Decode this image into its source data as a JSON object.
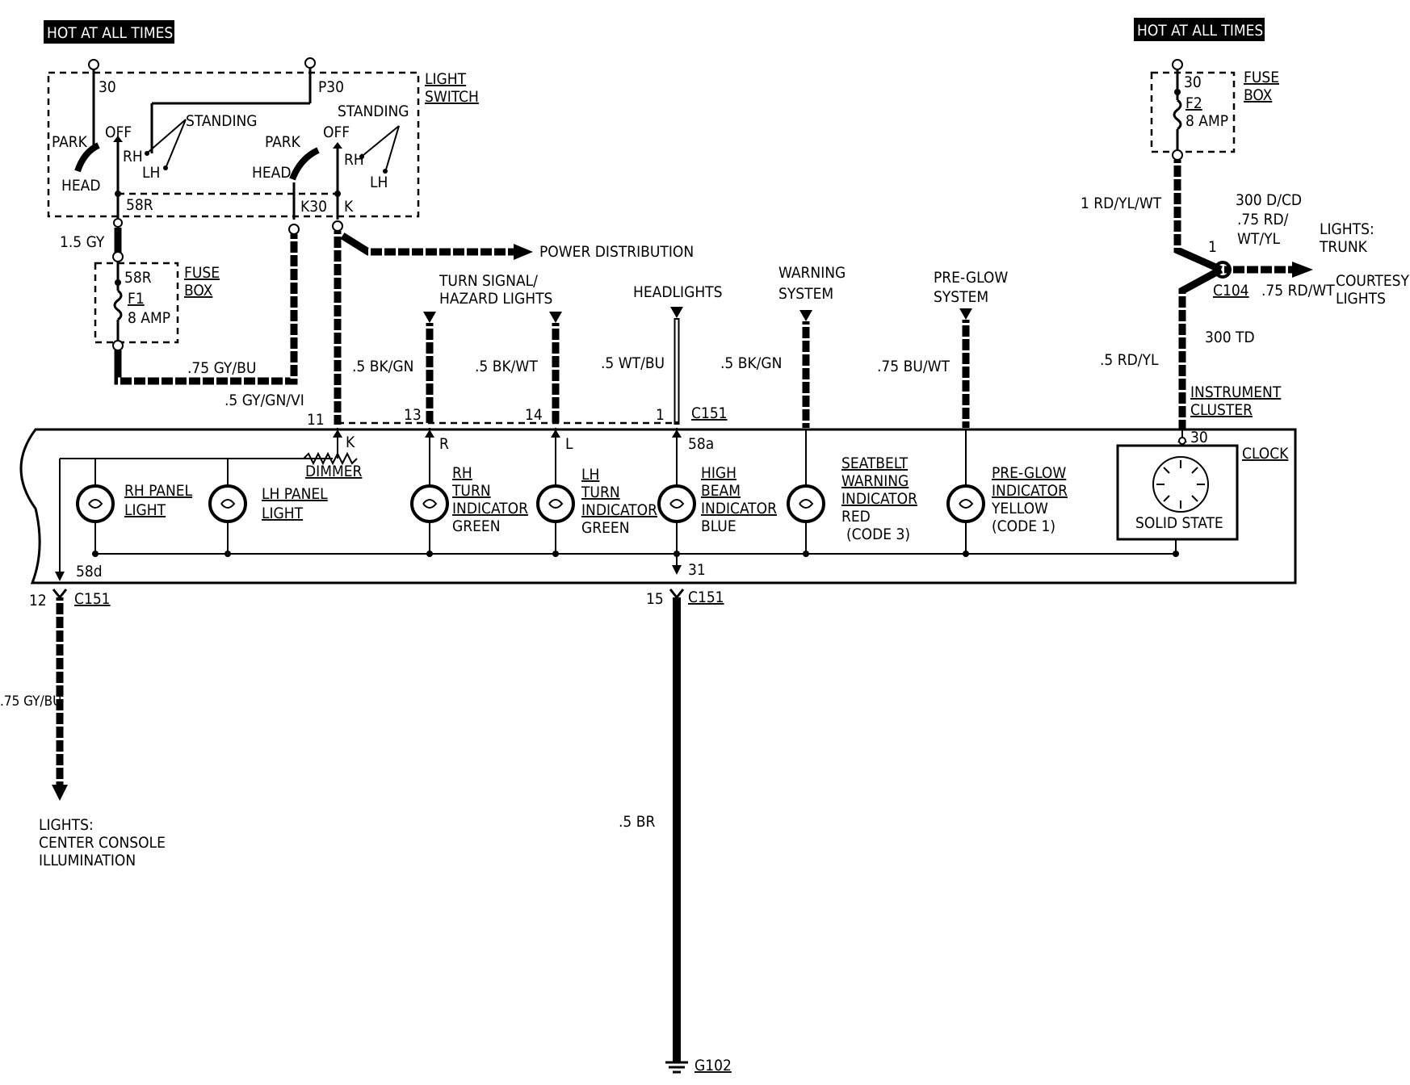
{
  "power": {
    "left_hot": "HOT AT ALL TIMES",
    "right_hot": "HOT AT ALL TIMES"
  },
  "light_switch": {
    "label_line1": "LIGHT",
    "label_line2": "SWITCH",
    "term_30": "30",
    "term_p30": "P30",
    "park_1": "PARK",
    "off_1": "OFF",
    "rh_1": "RH",
    "lh_1": "LH",
    "standing_1": "STANDING",
    "head_1": "HEAD",
    "park_2": "PARK",
    "off_2": "OFF",
    "rh_2": "RH",
    "lh_2": "LH",
    "standing_2": "STANDING",
    "head_2": "HEAD",
    "term_58r": "58R",
    "term_k30": "K30",
    "term_k": "K"
  },
  "fuse_f1": {
    "term": "58R",
    "name": "F1",
    "rating": "8 AMP",
    "box_line1": "FUSE",
    "box_line2": "BOX"
  },
  "fuse_f2": {
    "term": "30",
    "name": "F2",
    "rating": "8 AMP",
    "box_line1": "FUSE",
    "box_line2": "BOX"
  },
  "wires": {
    "gy_15": "1.5 GY",
    "gy_bu_075": ".75 GY/BU",
    "gy_gn_vi": ".5 GY/GN/VI",
    "bk_gn_1": ".5 BK/GN",
    "bk_wt": ".5 BK/WT",
    "wt_bu": ".5 WT/BU",
    "bk_gn_2": ".5 BK/GN",
    "bu_wt": ".75 BU/WT",
    "rd_yl_wt": "1 RD/YL/WT",
    "d_cd_line1": "300 D/CD",
    "d_cd_line2": ".75 RD/",
    "d_cd_line3": "WT/YL",
    "rd_wt": ".75 RD/WT",
    "td": "300 TD",
    "rd_yl": ".5 RD/YL",
    "gy_bu_bottom": ".75 GY/BU",
    "br": ".5 BR"
  },
  "destinations": {
    "power_distribution": "POWER DISTRIBUTION",
    "turn_line1": "TURN SIGNAL/",
    "turn_line2": "HAZARD LIGHTS",
    "headlights": "HEADLIGHTS",
    "warning_line1": "WARNING",
    "warning_line2": "SYSTEM",
    "preglow_line1": "PRE-GLOW",
    "preglow_line2": "SYSTEM",
    "trunk_line1": "LIGHTS:",
    "trunk_line2": "TRUNK",
    "courtesy_line1": "COURTESY",
    "courtesy_line2": "LIGHTS",
    "console_line1": "LIGHTS:",
    "console_line2": "CENTER CONSOLE",
    "console_line3": "ILLUMINATION"
  },
  "connectors": {
    "c151_top": "C151",
    "pin_11": "11",
    "pin_13": "13",
    "pin_14": "14",
    "pin_1": "1",
    "c104": "C104",
    "c104_pin": "1",
    "c151_left": "C151",
    "pin_12": "12",
    "c151_bottom": "C151",
    "pin_15": "15",
    "ground": "G102"
  },
  "cluster": {
    "label_line1": "INSTRUMENT",
    "label_line2": "CLUSTER",
    "term_k": "K",
    "dimmer": "DIMMER",
    "term_r": "R",
    "term_l": "L",
    "term_58a": "58a",
    "term_30": "30",
    "term_58d": "58d",
    "term_31": "31",
    "clock": "CLOCK",
    "solid_state": "SOLID STATE",
    "rh_panel_line1": "RH PANEL",
    "rh_panel_line2": "LIGHT",
    "lh_panel_line1": "LH PANEL",
    "lh_panel_line2": "LIGHT",
    "rh_turn_line1": "RH",
    "rh_turn_line2": "TURN",
    "rh_turn_line3": "INDICATOR",
    "rh_turn_line4": "GREEN",
    "lh_turn_line1": "LH",
    "lh_turn_line2": "TURN",
    "lh_turn_line3": "INDICATOR",
    "lh_turn_line4": "GREEN",
    "high_beam_line1": "HIGH",
    "high_beam_line2": "BEAM",
    "high_beam_line3": "INDICATOR",
    "high_beam_line4": "BLUE",
    "seatbelt_line1": "SEATBELT",
    "seatbelt_line2": "WARNING",
    "seatbelt_line3": "INDICATOR",
    "seatbelt_line4": "RED",
    "seatbelt_line5": "(CODE 3)",
    "preglow_line1": "PRE-GLOW",
    "preglow_line2": "INDICATOR",
    "preglow_line3": "YELLOW",
    "preglow_line4": "(CODE 1)"
  }
}
